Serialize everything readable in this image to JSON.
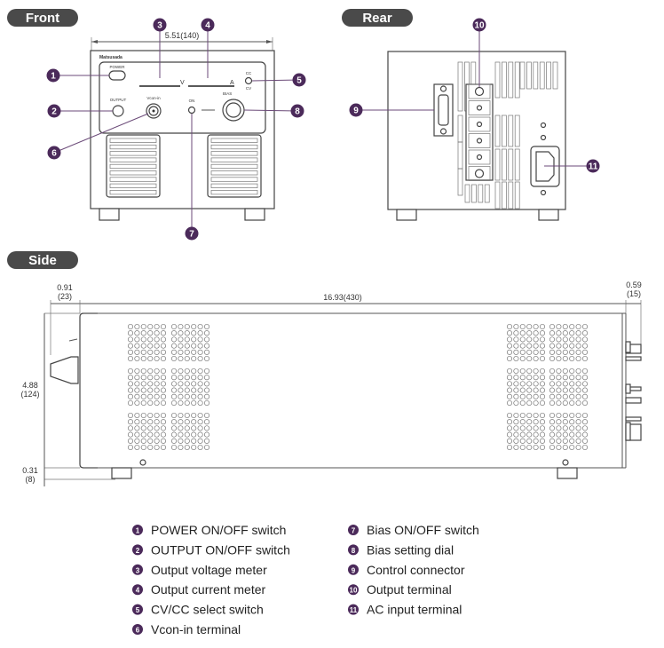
{
  "sections": {
    "front": "Front",
    "rear": "Rear",
    "side": "Side"
  },
  "front": {
    "width_dim": "5.51(140)",
    "brand": "Matsusada",
    "power_label": "POWER",
    "output_label": "OUTPUT",
    "vcon_label": "Vcon-in",
    "on_label": "ON",
    "bias_label": "BIAS",
    "cc_label": "CC",
    "cv_label": "CV",
    "v_unit": "V",
    "a_unit": "A"
  },
  "side": {
    "front_dim": "0.91",
    "front_dim_mm": "(23)",
    "length_dim": "16.93(430)",
    "rear_dim": "0.59",
    "rear_dim_mm": "(15)",
    "height_dim": "4.88",
    "height_dim_mm": "(124)",
    "foot_dim": "0.31",
    "foot_dim_mm": "(8)"
  },
  "callouts": [
    "1",
    "2",
    "3",
    "4",
    "5",
    "6",
    "7",
    "8",
    "9",
    "10",
    "11"
  ],
  "legend": [
    {
      "num": "1",
      "label": "POWER ON/OFF switch"
    },
    {
      "num": "2",
      "label": "OUTPUT ON/OFF switch"
    },
    {
      "num": "3",
      "label": "Output voltage meter"
    },
    {
      "num": "4",
      "label": "Output current meter"
    },
    {
      "num": "5",
      "label": "CV/CC select switch"
    },
    {
      "num": "6",
      "label": "Vcon-in terminal"
    },
    {
      "num": "7",
      "label": "Bias ON/OFF switch"
    },
    {
      "num": "8",
      "label": "Bias setting dial"
    },
    {
      "num": "9",
      "label": "Control connector"
    },
    {
      "num": "10",
      "label": "Output terminal"
    },
    {
      "num": "11",
      "label": "AC input terminal"
    }
  ],
  "colors": {
    "badge": "#4b2a5a",
    "pill": "#4a4a4a"
  }
}
